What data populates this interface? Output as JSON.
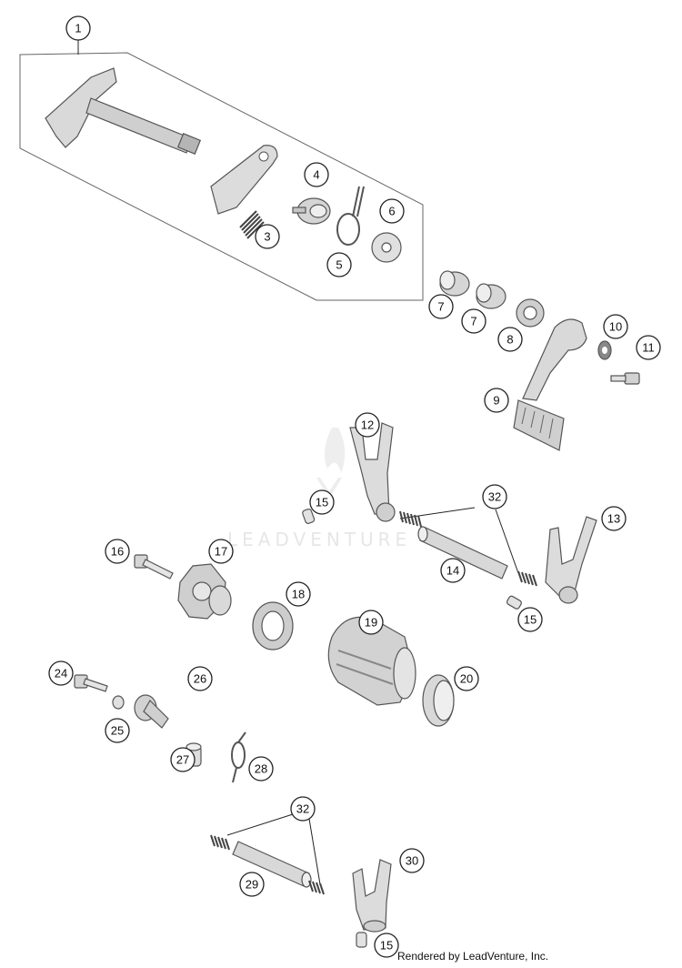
{
  "watermark": "LEADVENTURE",
  "credit": "Rendered by LeadVenture, Inc.",
  "callouts": [
    "1",
    "3",
    "4",
    "5",
    "6",
    "7",
    "7",
    "8",
    "9",
    "10",
    "11",
    "12",
    "13",
    "14",
    "15",
    "15",
    "15",
    "16",
    "17",
    "18",
    "19",
    "20",
    "24",
    "25",
    "26",
    "27",
    "28",
    "29",
    "30",
    "32",
    "32"
  ],
  "colors": {
    "outline": "#555555",
    "fill": "#d9d9d9",
    "fill_dark": "#b5b5b5",
    "callout_stroke": "#222222"
  }
}
